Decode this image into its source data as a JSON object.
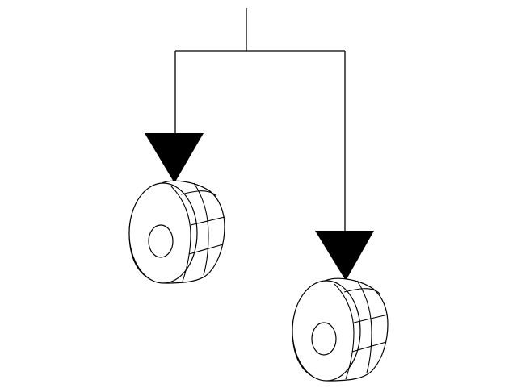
{
  "diagram": {
    "description_text": "",
    "parts": [
      {
        "name": "bushing",
        "count": 2
      }
    ],
    "colors": {
      "line": "#000000",
      "background": "#ffffff",
      "arrow": "#000000"
    },
    "icons": [
      "leader-line",
      "arrow-head",
      "bushing"
    ]
  }
}
